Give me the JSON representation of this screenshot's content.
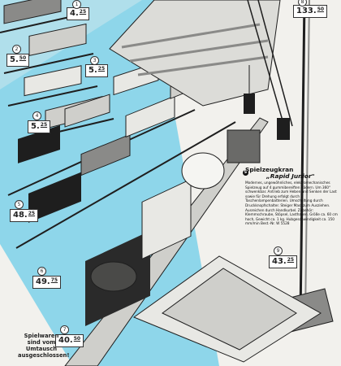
{
  "colors": {
    "sky_blue": "#8ed6ea",
    "paper_white": "#f2f1ed",
    "ink": "#1e1e1e",
    "mid_gray": "#8a8a88",
    "light_gray": "#cfcfcb"
  },
  "prices": [
    {
      "item": "1",
      "main": "4.",
      "cents": "25"
    },
    {
      "item": "2",
      "main": "5.",
      "cents": "50"
    },
    {
      "item": "3",
      "main": "5.",
      "cents": "25"
    },
    {
      "item": "4",
      "main": "5.",
      "cents": "25"
    },
    {
      "item": "5",
      "main": "48.",
      "cents": "25"
    },
    {
      "item": "6",
      "main": "49.",
      "cents": "75"
    },
    {
      "item": "7",
      "main": "40.",
      "cents": "50"
    },
    {
      "item": "8",
      "main": "133.",
      "cents": "50"
    },
    {
      "item": "9",
      "main": "43.",
      "cents": "25"
    }
  ],
  "product_description": {
    "number": "9",
    "title_line1": "Spielzeugkran",
    "title_line2": "„Rapid Junior\"",
    "body": "Modernes, ungewöhnliches, elektromechanisches Spielzeug auf 4 gummibereiften Rädern. Um 360° schwenkbar. Antrieb zum Heben und Senken der Last sowie für Drehung erfolgt durch 2 Taschenlampenbatterien. Umschaltung durch Druckknopfschalter. Steiger Mast zum Ausziehen. Ausreichen durch Handkurbel. Zubehör: Klemmschraube, Stöpsel, Lasthaken. Größe ca. 60 cm hoch, Gewicht ca. 1 kg. Hubgeschwindigkeit ca. 150 mm/min Best.-Nr. W 5528"
  },
  "footer_note": [
    "Spielwaren",
    "sind vom Umtausch",
    "ausgeschlossen!"
  ]
}
